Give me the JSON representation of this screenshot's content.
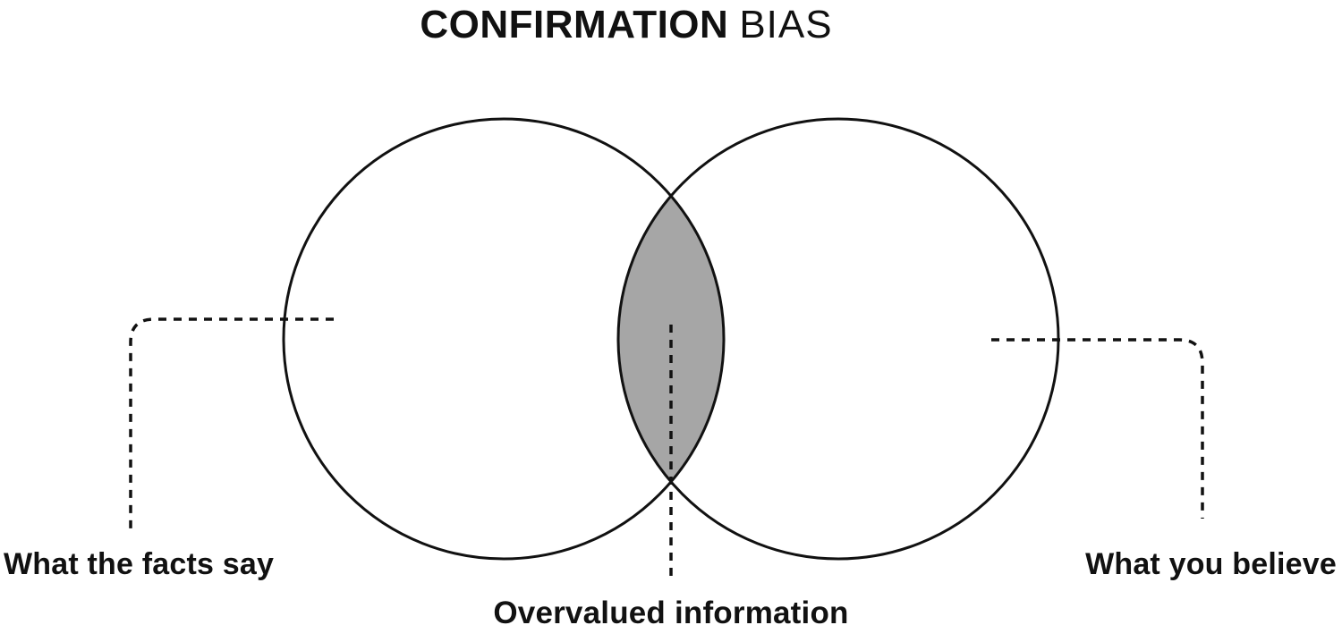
{
  "title": {
    "primary": "CONFIRMATION",
    "secondary": "BIAS"
  },
  "diagram": {
    "type": "venn",
    "left_circle_label": "What the facts say",
    "right_circle_label": "What you believe",
    "intersection_label": "Overvalued information",
    "colors": {
      "intersection_fill": "#a6a6a6",
      "line": "#111111",
      "background": "#ffffff"
    }
  }
}
